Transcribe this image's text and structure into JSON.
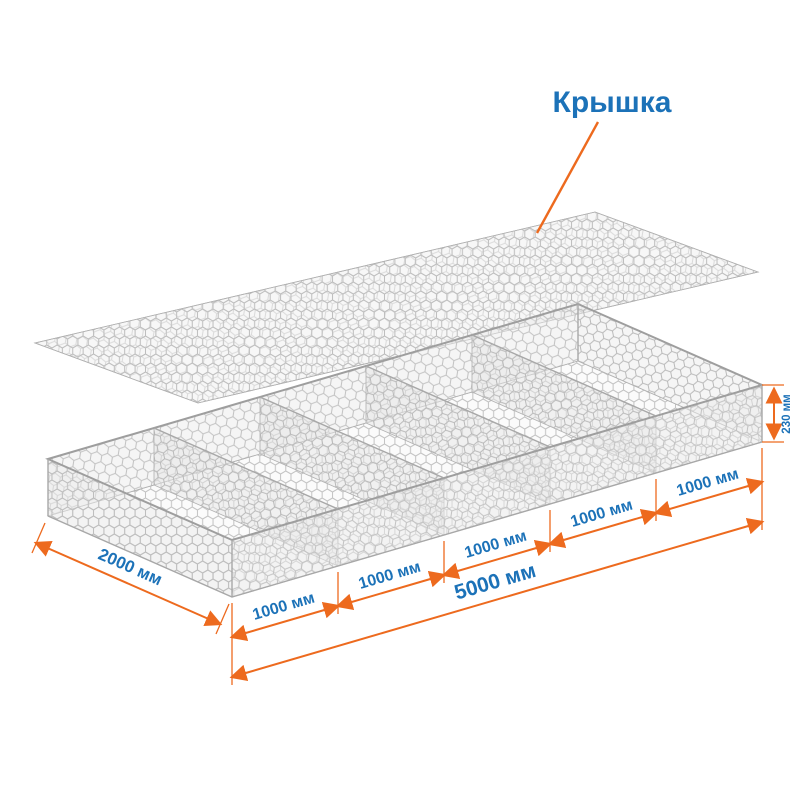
{
  "callout": {
    "lid_label": "Крышка"
  },
  "dimensions": {
    "width_label": "2000 мм",
    "total_length_label": "5000 мм",
    "height_label": "230 мм",
    "segment_labels": [
      "1000 мм",
      "1000 мм",
      "1000 мм",
      "1000 мм",
      "1000 мм"
    ]
  },
  "colors": {
    "dimension_line": "#ED6A1E",
    "label_text": "#1C72B8",
    "mesh_wire": "#BDBDBD"
  }
}
